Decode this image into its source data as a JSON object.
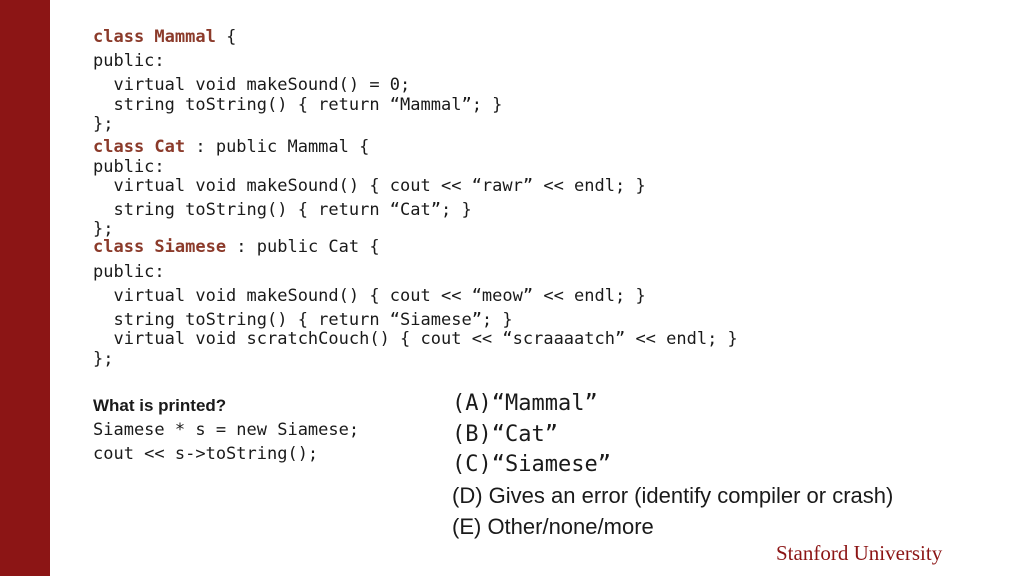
{
  "code": {
    "l1_kw": "class Mammal",
    "l1_rest": " {",
    "l2": "public:",
    "l3": "  virtual void makeSound() = 0;",
    "l4": "  string toString() { return “Mammal”; }",
    "l5": "};",
    "l6_kw": "class Cat",
    "l6_rest": " : public Mammal {",
    "l7": "public:",
    "l8": "  virtual void makeSound() { cout << “rawr” << endl; }",
    "l9": "  string toString() { return “Cat”; }",
    "l10": "};",
    "l11_kw": "class Siamese",
    "l11_rest": " : public Cat {",
    "l12": "public:",
    "l13": "  virtual void makeSound() { cout << “meow” << endl; }",
    "l14": "  string toString() { return “Siamese”; }",
    "l15": "  virtual void scratchCouch() { cout << “scraaaatch” << endl; }",
    "l16": "};"
  },
  "question": {
    "label": "What is printed?",
    "line1": "Siamese * s = new Siamese;",
    "line2": "cout << s->toString();"
  },
  "options": {
    "a": "(A)“Mammal”",
    "b": "(B)“Cat”",
    "c": "(C)“Siamese”",
    "d": "(D) Gives an error (identify compiler or crash)",
    "e": "(E) Other/none/more"
  },
  "logo": "Stanford University",
  "colors": {
    "accent": "#8c1515",
    "keyword": "#8b3a2a"
  }
}
